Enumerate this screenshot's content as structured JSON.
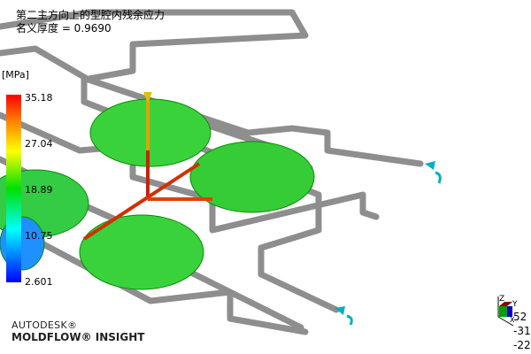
{
  "header": {
    "title": "第二主方向上的型腔内残余应力",
    "subtitle": "名义厚度 = 0.9690"
  },
  "legend": {
    "unit": "[MPa]",
    "ticks": [
      "35.18",
      "27.04",
      "18.89",
      "10.75",
      "2.601"
    ],
    "colors": [
      "#ff0000",
      "#ffff00",
      "#00e000",
      "#00ffff",
      "#0000ff"
    ]
  },
  "logo": {
    "line1": "AUTODESK®",
    "line2": "MOLDFLOW® INSIGHT"
  },
  "axis_triad": {
    "z_label": "Z",
    "y_label": "Y",
    "x_label": "X",
    "readouts": [
      "52",
      "-31",
      "-22"
    ]
  }
}
